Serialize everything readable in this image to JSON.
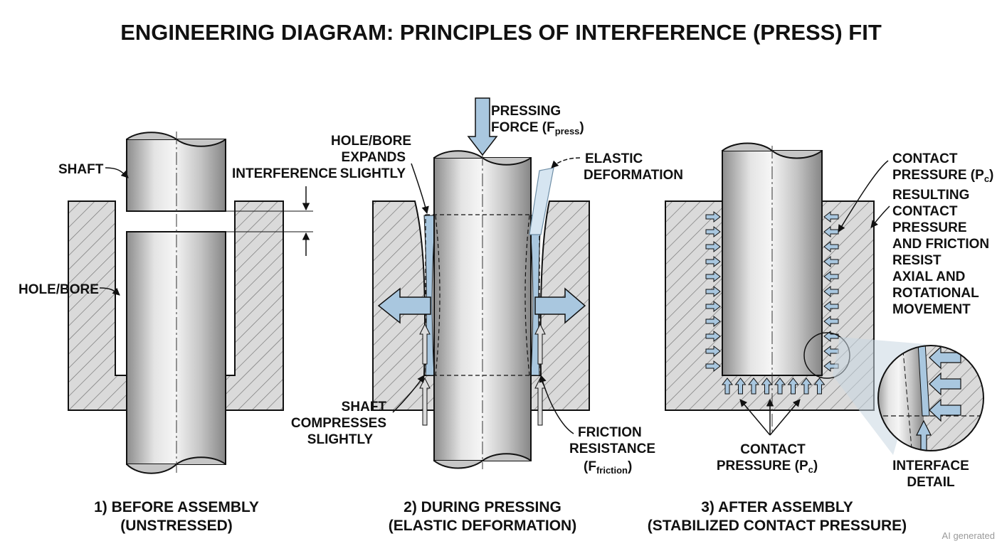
{
  "title": "ENGINEERING DIAGRAM: PRINCIPLES OF INTERFERENCE (PRESS) FIT",
  "panel1": {
    "shaft": "SHAFT",
    "interference": "INTERFERENCE",
    "hole_bore": "HOLE/BORE",
    "caption_1": "1) BEFORE ASSEMBLY",
    "caption_2": "(UNSTRESSED)"
  },
  "panel2": {
    "pressing_1": "PRESSING",
    "pressing_2": "FORCE (F",
    "pressing_sub": "press",
    "pressing_close": ")",
    "hole_1": "HOLE/BORE",
    "hole_2": "EXPANDS",
    "hole_3": "SLIGHTLY",
    "elastic_1": "ELASTIC",
    "elastic_2": "DEFORMATION",
    "shaft_1": "SHAFT",
    "shaft_2": "COMPRESSES",
    "shaft_3": "SLIGHTLY",
    "friction_1": "FRICTION",
    "friction_2": "RESISTANCE",
    "friction_3": "(F",
    "friction_sub": "friction",
    "friction_close": ")",
    "caption_1": "2) DURING PRESSING",
    "caption_2": "(ELASTIC DEFORMATION)"
  },
  "panel3": {
    "contact_1": "CONTACT",
    "contact_2": "PRESSURE (P",
    "contact_sub": "c",
    "contact_close": ")",
    "result_1": "RESULTING",
    "result_2": "CONTACT",
    "result_3": "PRESSURE",
    "result_4": "AND FRICTION",
    "result_5": "RESIST",
    "result_6": "AXIAL AND",
    "result_7": "ROTATIONAL",
    "result_8": "MOVEMENT",
    "bottom_1": "CONTACT",
    "bottom_2": "PRESSURE (P",
    "bottom_sub": "c",
    "bottom_close": ")",
    "interface_1": "INTERFACE",
    "interface_2": "DETAIL",
    "caption_1": "3) AFTER ASSEMBLY",
    "caption_2": "(STABILIZED CONTACT PRESSURE)"
  },
  "watermark": "AI generated",
  "colors": {
    "steel_dark": "#8c8c8c",
    "steel_light": "#f2f2f2",
    "hatch_bg": "#dadada",
    "accent_blue": "#a9c7df",
    "outline": "#111111"
  }
}
